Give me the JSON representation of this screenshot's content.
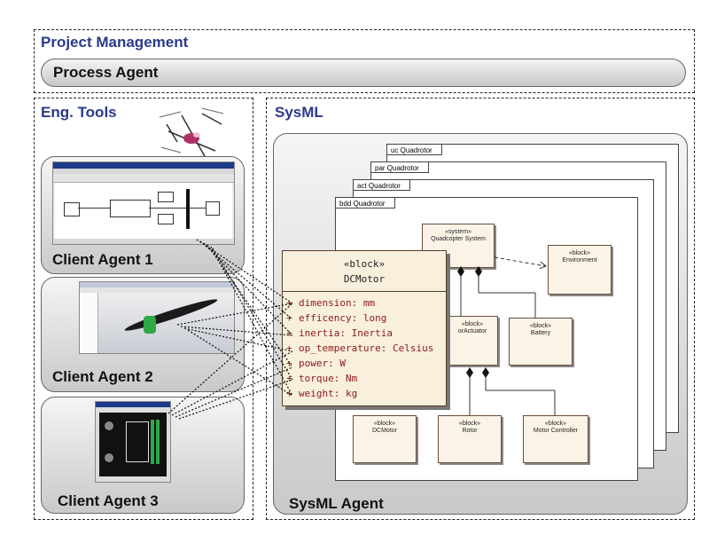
{
  "project_management": {
    "title": "Project Management",
    "process_agent": "Process Agent"
  },
  "eng_tools": {
    "title": "Eng. Tools",
    "agents": [
      {
        "label": "Client Agent  1",
        "screenshot": "simulink-model-window"
      },
      {
        "label": "Client Agent  2",
        "screenshot": "3d-cad-propeller"
      },
      {
        "label": "Client Agent  3",
        "screenshot": "pcb-layout-editor"
      }
    ]
  },
  "sysml": {
    "title": "SysML",
    "agent_label": "SysML Agent",
    "diagram_frames": [
      "uc Quadrotor",
      "par Quadrotor",
      "act Quadrotor",
      "bdd Quadrotor"
    ],
    "blocks": {
      "quadcopter": {
        "stereotype": "«system»",
        "name": "Quadcopter System"
      },
      "environment": {
        "stereotype": "«block»",
        "name": "Environment"
      },
      "actuator": {
        "stereotype": "«block»",
        "name": "orActuator"
      },
      "battery": {
        "stereotype": "«block»",
        "name": "Battery"
      },
      "dcmotor_small": {
        "stereotype": "«block»",
        "name": "DCMotor"
      },
      "rotor": {
        "stereotype": "«block»",
        "name": "Rotor"
      },
      "motor_controller": {
        "stereotype": "«block»",
        "name": "Motor Controller"
      }
    },
    "dcmotor_block": {
      "stereotype": "«block»",
      "name": "DCMotor",
      "attributes": [
        {
          "vis": "+",
          "text": "dimension: mm"
        },
        {
          "vis": "+",
          "text": "efficency: long"
        },
        {
          "vis": "+",
          "text": "inertia: Inertia"
        },
        {
          "vis": "+",
          "text": "op_temperature: Celsius"
        },
        {
          "vis": "+",
          "text": "power: W"
        },
        {
          "vis": "+",
          "text": "torque: Nm"
        },
        {
          "vis": "+",
          "text": "weight: kg"
        }
      ]
    }
  },
  "colors": {
    "title_blue": "#2a3a8c",
    "attribute_red": "#8b1a1a",
    "block_fill": "#f8f0dc"
  }
}
